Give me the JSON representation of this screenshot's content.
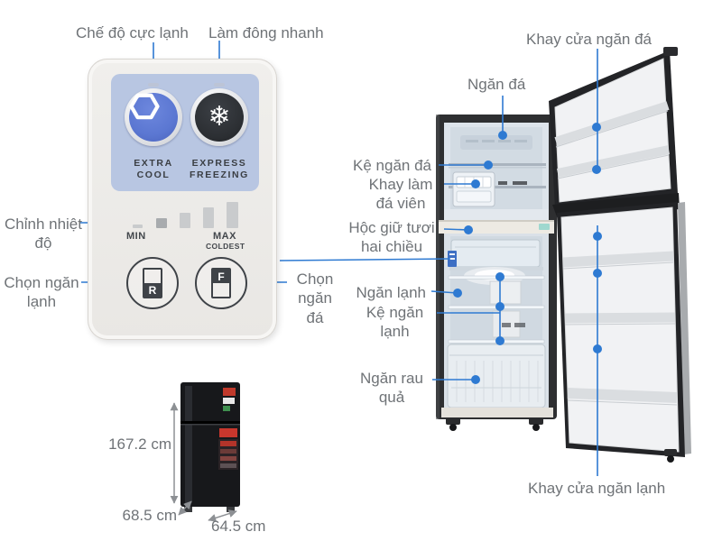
{
  "colors": {
    "accent_blue": "#2e7ad2",
    "label_gray": "#6f7377",
    "panel_blue": "#b8c6e2",
    "extra_cool_blue": "#5b77d2",
    "express_black": "#2c2f33"
  },
  "control_panel": {
    "extra_cool_label": "EXTRA COOL",
    "express_freezing_label": "EXPRESS FREEZING",
    "min_label": "MIN",
    "max_label": "MAX",
    "coldest_label": "COLDEST",
    "fridge_button_letter": "R",
    "freezer_button_letter": "F",
    "temp_bars_total": 5,
    "temp_bar_active": 2
  },
  "callouts": {
    "extra_cool_mode": "Chế độ cực lạnh",
    "quick_freeze": "Làm đông nhanh",
    "temp_adjust": "Chỉnh nhiệt độ",
    "select_fridge": "Chọn ngăn lạnh",
    "select_freezer": "Chọn ngăn đá",
    "freezer_door_tray": "Khay cửa ngăn đá",
    "freezer_compartment": "Ngăn đá",
    "freezer_shelf": "Kệ ngăn đá",
    "ice_tray": "Khay làm đá viên",
    "two_way_fresh_case": "Hộc giữ tươi hai chiều",
    "fridge_compartment": "Ngăn lạnh",
    "fridge_shelf": "Kệ ngăn lạnh",
    "veg_drawer": "Ngăn rau quả",
    "fridge_door_tray": "Khay cửa ngăn lạnh"
  },
  "dimensions": {
    "height": "167.2 cm",
    "depth": "68.5 cm",
    "width": "64.5 cm"
  }
}
